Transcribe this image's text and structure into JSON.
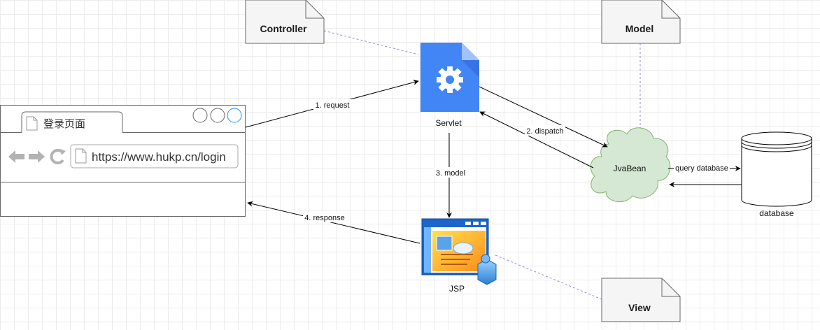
{
  "notes": {
    "controller": "Controller",
    "model": "Model",
    "view": "View"
  },
  "nodes": {
    "servlet": "Servlet",
    "jsp": "JSP",
    "javabean": "JvaBean",
    "database": "database"
  },
  "edges": {
    "request": "1. request",
    "dispatch": "2. dispatch",
    "model": "3. model",
    "response": "4. response",
    "query": "query database"
  },
  "browser": {
    "tab_title": "登录页面",
    "url": "https://www.hukp.cn/login"
  },
  "colors": {
    "note_fill": "#f5f5f5",
    "servlet_blue": "#4285f4",
    "cloud_fill": "#d5e8d4",
    "cloud_stroke": "#82b366",
    "dashed_link": "#8c8cd9",
    "browser_active_circle": "#1e90ff"
  },
  "icons": {
    "servlet": "gear-document-icon",
    "jsp": "window-user-icon",
    "database": "cylinder-icon",
    "javabean": "cloud-icon"
  }
}
